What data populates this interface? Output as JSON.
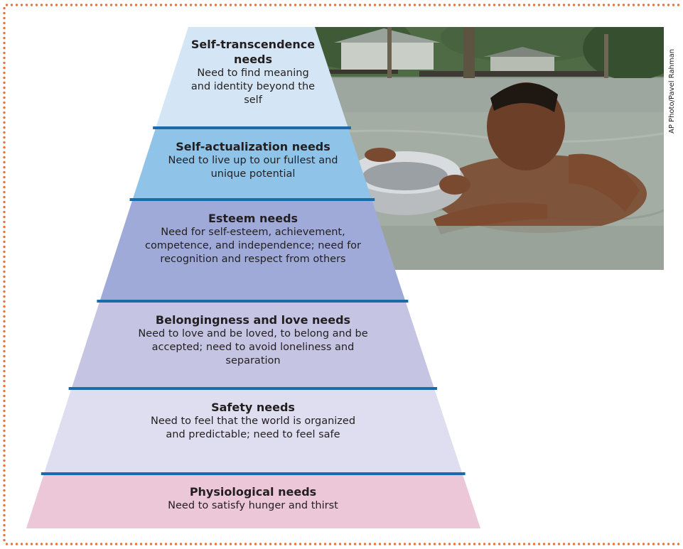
{
  "photo_credit": "AP Photo/Pavel Rahman",
  "levels": [
    {
      "title": "Self-transcendence needs",
      "description": "Need to find meaning and identity beyond the self",
      "color": "#d4e6f5"
    },
    {
      "title": "Self-actualization needs",
      "description": "Need to live up to our fullest and unique potential",
      "color": "#8fc4e8"
    },
    {
      "title": "Esteem needs",
      "description": "Need for self-esteem, achievement, competence, and independence; need for recognition and respect from others",
      "color": "#9faad8"
    },
    {
      "title": "Belongingness and love needs",
      "description": "Need to love and be loved, to belong and be accepted; need to avoid loneliness and separation",
      "color": "#c5c4e3"
    },
    {
      "title": "Safety needs",
      "description": "Need to feel that the world is organized and predictable; need to feel safe",
      "color": "#dfddf0"
    },
    {
      "title": "Physiological needs",
      "description": "Need to satisfy hunger and thirst",
      "color": "#ecc7d8"
    }
  ],
  "colors": {
    "divider": "#1d6aab",
    "border_dots": "#e8743b"
  }
}
